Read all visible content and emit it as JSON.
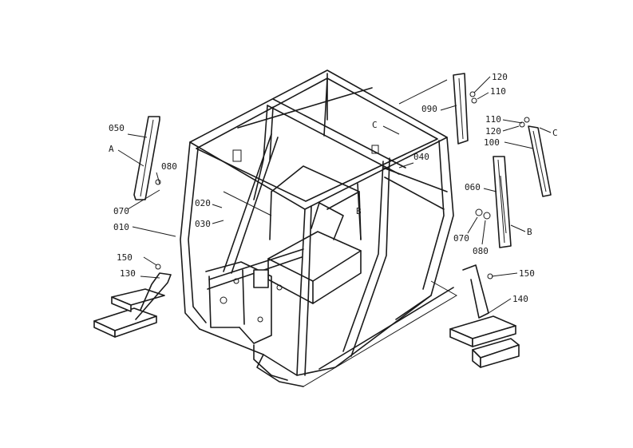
{
  "labels": {
    "p050": "050",
    "pA": "A",
    "p080a": "080",
    "p070a": "070",
    "p010": "010",
    "p020": "020",
    "p030": "030",
    "p040": "040",
    "pC1": "C",
    "p090": "090",
    "p120a": "120",
    "p110a": "110",
    "p110b": "110",
    "p120b": "120",
    "pC2": "C",
    "p100": "100",
    "p060": "060",
    "p070b": "070",
    "p080b": "080",
    "pB1": "B",
    "pB2": "B",
    "p150a": "150",
    "p130": "130",
    "p150b": "150",
    "p140": "140"
  }
}
